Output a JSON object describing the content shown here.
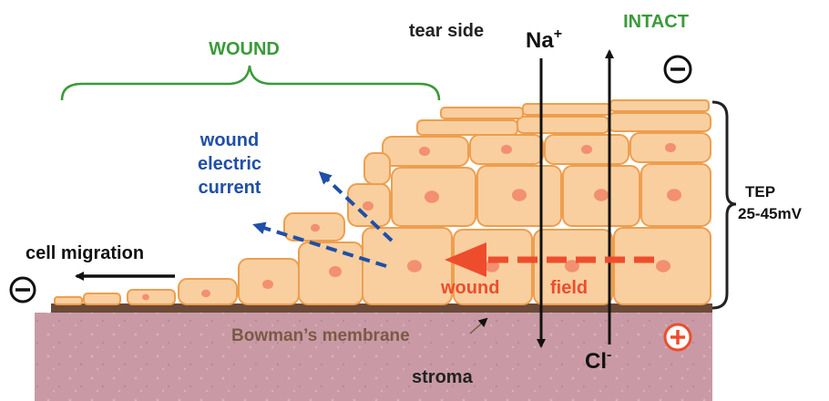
{
  "labels": {
    "wound": "WOUND",
    "tear_side": "tear side",
    "intact": "INTACT",
    "na_ion": "Na",
    "na_charge": "+",
    "cl_ion": "Cl",
    "cl_charge": "-",
    "current_line1": "wound",
    "current_line2": "electric",
    "current_line3": "current",
    "cell_migration": "cell migration",
    "wound_field_1": "wound",
    "wound_field_2": "field",
    "bowman": "Bowman’s membrane",
    "stroma": "stroma",
    "tep_line1": "TEP",
    "tep_line2": "25-45mV",
    "minus_sign": "−",
    "plus_sign": "+"
  },
  "colors": {
    "wound_green": "#3a9a3a",
    "current_blue": "#1f4fa8",
    "field_red": "#ee4d2d",
    "cell_fill": "#f9cfa0",
    "cell_stroke": "#ee9e4e",
    "nucleus": "#f29070",
    "membrane": "#6b4a38",
    "stroma": "#c99aa6",
    "bowman_text": "#7a5a44"
  }
}
